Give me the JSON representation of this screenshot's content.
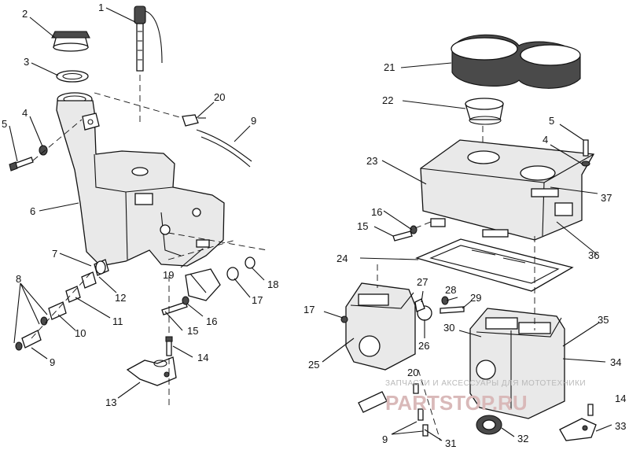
{
  "callouts": {
    "c1": "1",
    "c2": "2",
    "c3": "3",
    "c4a": "4",
    "c4b": "4",
    "c5a": "5",
    "c5b": "5",
    "c6": "6",
    "c7": "7",
    "c8": "8",
    "c9a": "9",
    "c9b": "9",
    "c9c": "9",
    "c10": "10",
    "c11": "11",
    "c12": "12",
    "c13": "13",
    "c14a": "14",
    "c14b": "14",
    "c15a": "15",
    "c15b": "15",
    "c16a": "16",
    "c16b": "16",
    "c17a": "17",
    "c17b": "17",
    "c18": "18",
    "c19": "19",
    "c20a": "20",
    "c20b": "20",
    "c21": "21",
    "c22": "22",
    "c23": "23",
    "c24": "24",
    "c25": "25",
    "c26": "26",
    "c27": "27",
    "c28": "28",
    "c29": "29",
    "c30": "30",
    "c31": "31",
    "c32": "32",
    "c33": "33",
    "c34": "34",
    "c35": "35",
    "c36": "36",
    "c37": "37"
  },
  "watermark": {
    "tagline": "ЗАПЧАСТИ И АКСЕССУАРЫ ДЛЯ МОТОТЕХНИКИ",
    "brand": "PARTSTOP.RU"
  }
}
